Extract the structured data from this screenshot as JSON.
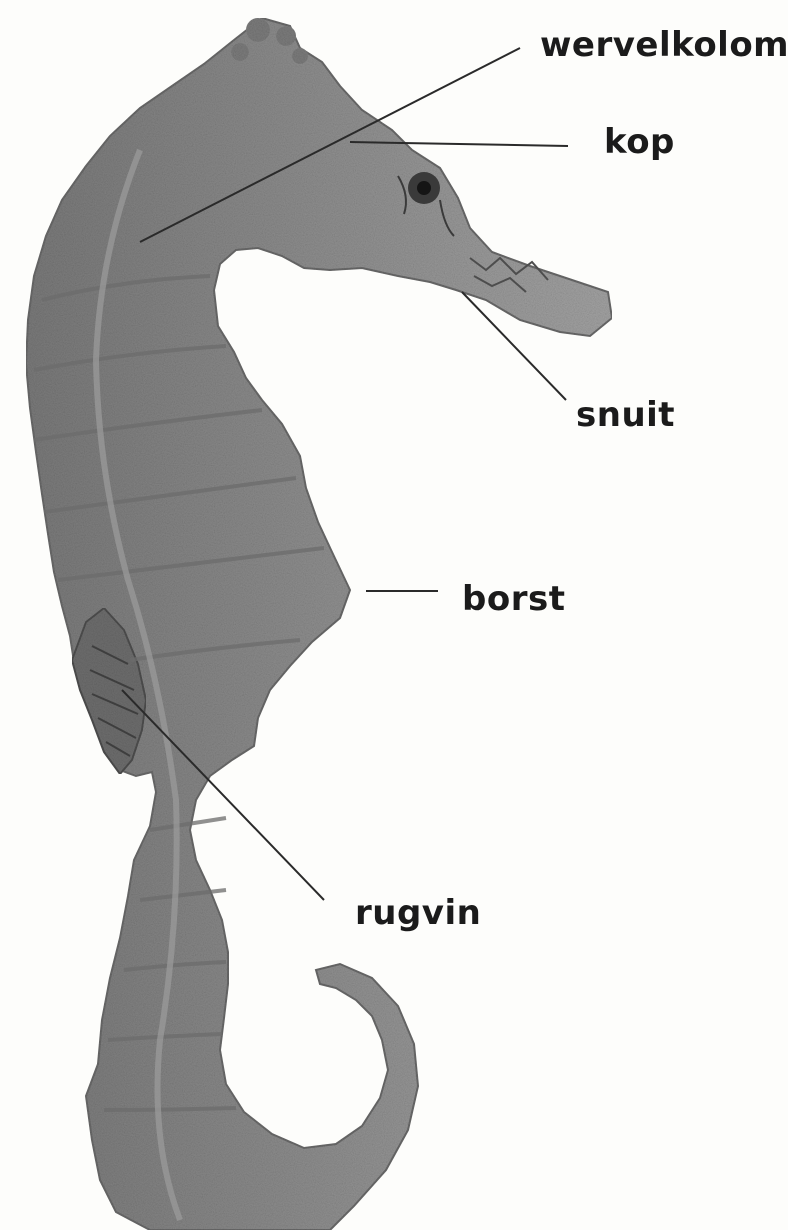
{
  "diagram": {
    "labels": {
      "wervelkolom": "wervelkolom",
      "kop": "kop",
      "snuit": "snuit",
      "borst": "borst",
      "rugvin": "rugvin"
    },
    "colors": {
      "body": "#8a8a8a",
      "body_dark": "#5e5e5e",
      "body_light": "#b5b5b5",
      "leader_line": "#2a2a2a",
      "text": "#1b1b1b",
      "background": "#fdfdfb"
    }
  }
}
